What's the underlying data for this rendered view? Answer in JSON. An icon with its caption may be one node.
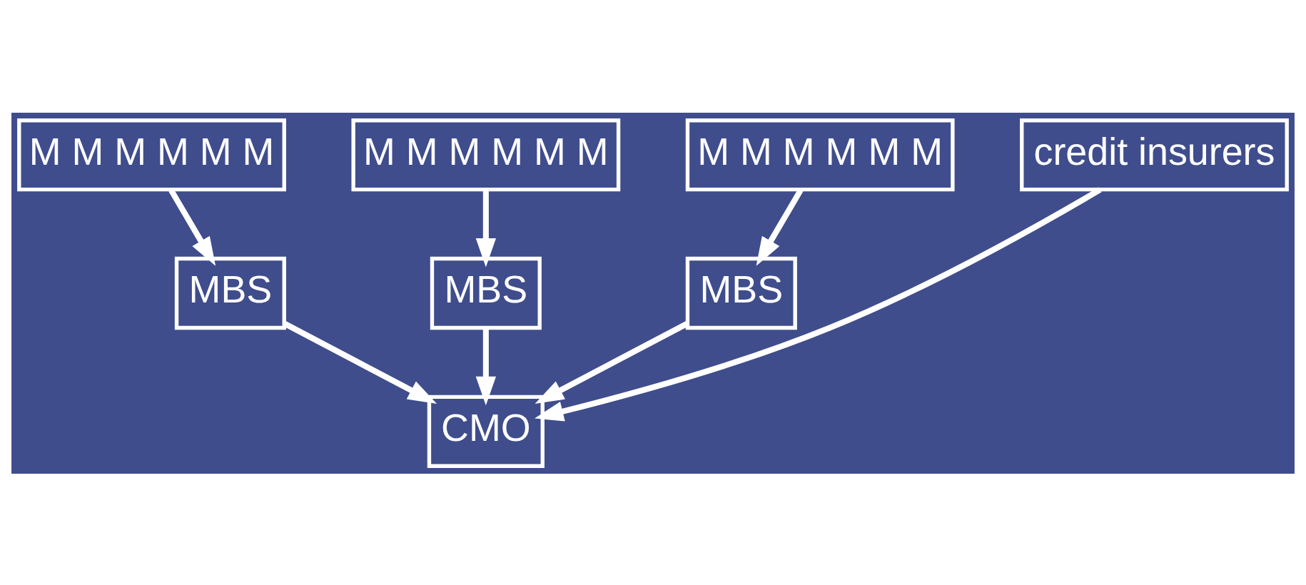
{
  "diagram": {
    "nodes": [
      {
        "text": [
          "M M M M M M"
        ]
      },
      {
        "text": [
          "M M M M M M"
        ]
      },
      {
        "text": [
          "M M M M M M"
        ]
      },
      {
        "text": [
          "MBS"
        ]
      },
      {
        "text": [
          "MBS"
        ]
      },
      {
        "text": [
          "MBS"
        ]
      },
      {
        "text": [
          "CMO"
        ]
      },
      {
        "text": [
          "credit insurers"
        ]
      }
    ],
    "edges": [
      {
        "from": 0,
        "to": 3,
        "arrow": "to"
      },
      {
        "from": 1,
        "to": 4,
        "arrow": "to"
      },
      {
        "from": 2,
        "to": 5,
        "arrow": "to"
      },
      {
        "from": 3,
        "to": 6,
        "arrow": "to"
      },
      {
        "from": 4,
        "to": 6,
        "arrow": "to"
      },
      {
        "from": 5,
        "to": 6,
        "arrow": "to"
      },
      {
        "from": 7,
        "to": 6,
        "arrow": "to"
      }
    ]
  }
}
